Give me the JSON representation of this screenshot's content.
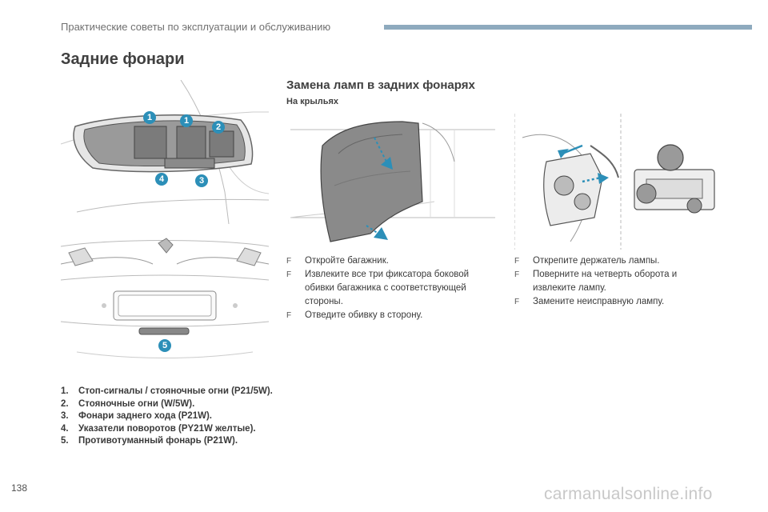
{
  "header": {
    "running_title": "Практические советы по эксплуатации и обслуживанию"
  },
  "page": {
    "title": "Задние фонари",
    "number": "138"
  },
  "callouts": [
    "1",
    "1",
    "2",
    "4",
    "3",
    "5"
  ],
  "legend": [
    {
      "num": "1.",
      "text": "Стоп-сигналы / стояночные огни (P21/5W)."
    },
    {
      "num": "2.",
      "text": "Стояночные огни (W/5W)."
    },
    {
      "num": "3.",
      "text": "Фонари заднего хода (P21W)."
    },
    {
      "num": "4.",
      "text": "Указатели поворотов (PY21W желтые)."
    },
    {
      "num": "5.",
      "text": "Противотуманный фонарь (P21W)."
    }
  ],
  "section": {
    "title": "Замена ламп в задних фонарях",
    "subtitle": "На крыльях",
    "steps_left": [
      "Откройте багажник.",
      "Извлеките все три фиксатора боковой обивки багажника с соответствующей стороны.",
      "Отведите обивку в сторону."
    ],
    "steps_right": [
      "Открепите держатель лампы.",
      "Поверните на четверть оборота и извлеките лампу.",
      "Замените неисправную лампу."
    ]
  },
  "icons": {
    "step_bullet": "F"
  },
  "watermark": "carmanualsonline.info",
  "colors": {
    "accent": "#2c8fb8",
    "header_bar": "#8eaabe"
  }
}
